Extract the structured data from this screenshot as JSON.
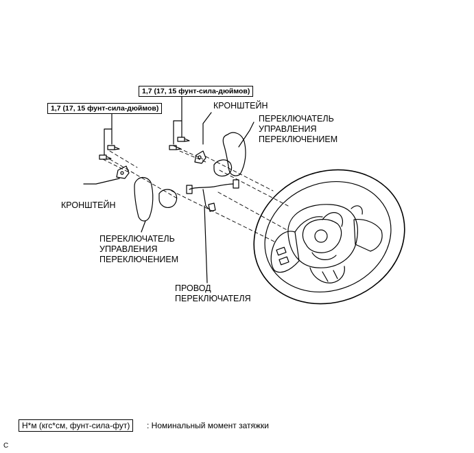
{
  "torque_left": "1,7 (17, 15 фунт-сила-дюймов)",
  "torque_right": "1,7 (17, 15 фунт-сила-дюймов)",
  "labels": {
    "bracket_right": "КРОНШТЕЙН",
    "bracket_left": "КРОНШТЕЙН",
    "switch_right": [
      "ПЕРЕКЛЮЧАТЕЛЬ",
      "УПРАВЛЕНИЯ",
      "ПЕРЕКЛЮЧЕНИЕМ"
    ],
    "switch_left": [
      "ПЕРЕКЛЮЧАТЕЛЬ",
      "УПРАВЛЕНИЯ",
      "ПЕРЕКЛЮЧЕНИЕМ"
    ],
    "wire": [
      "ПРОВОД",
      "ПЕРЕКЛЮЧАТЕЛЯ"
    ]
  },
  "legend": {
    "unit_box": "Н*м (кгс*см, фунт-сила-фут)",
    "description": ": Номинальный момент затяжки"
  },
  "corner_code": "C"
}
